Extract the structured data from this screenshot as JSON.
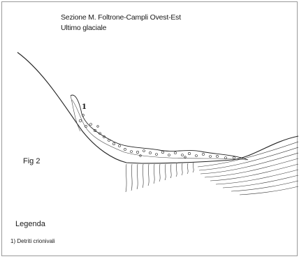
{
  "figure": {
    "title_line1": "Sezione M. Foltrone-Campli Ovest-Est",
    "title_line2": "Ultimo glaciale",
    "fig_label": "Fig 2",
    "deposit_marker": "1",
    "legend_title": "Legenda",
    "legend_items": [
      {
        "label": "1) Detriti crionivali"
      }
    ]
  }
}
